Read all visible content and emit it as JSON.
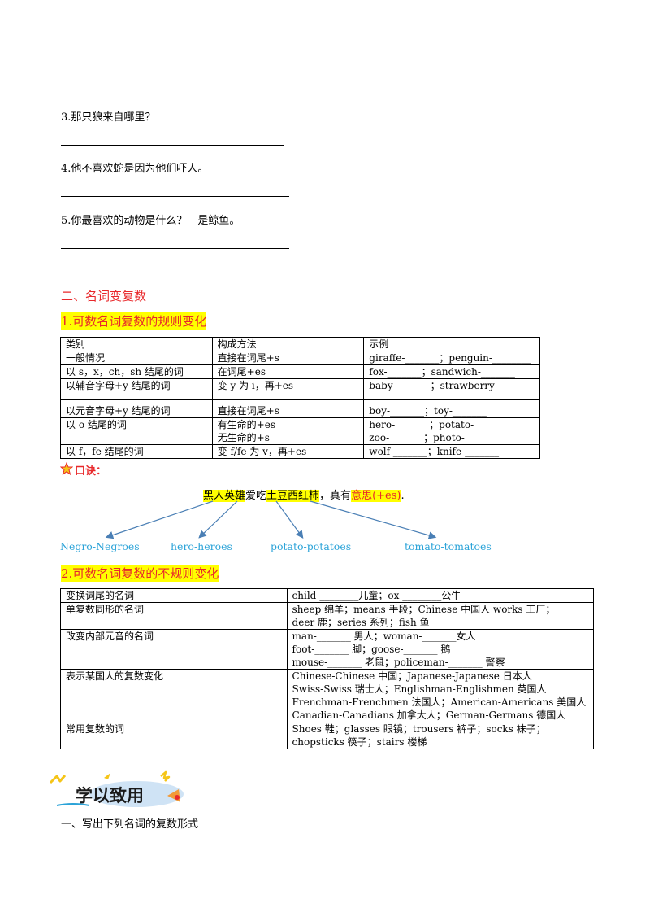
{
  "questions": [
    {
      "text": "3.那只狼来自哪里？"
    },
    {
      "text": "4.他不喜欢蛇是因为他们吓人。"
    },
    {
      "text": "5.你最喜欢的动物是什么？　是鲸鱼。"
    }
  ],
  "section2": {
    "title": "二、名词变复数",
    "sub1": "1.可数名词复数的规则变化",
    "sub2": "2.可数名词复数的不规则变化"
  },
  "table1": {
    "headers": [
      "类别",
      "构成方法",
      "示例"
    ],
    "rows": [
      [
        "一般情况",
        "直接在词尾+s",
        "giraffe-_______；penguin-________"
      ],
      [
        "以 s，x，ch，sh 结尾的词",
        "在词尾+es",
        "fox-_______；sandwich-_______"
      ],
      [
        "以辅音字母+y 结尾的词",
        "变 y 为 i，再+es",
        "baby-_______；strawberry-_______"
      ],
      [
        "以元音字母+y 结尾的词",
        "直接在词尾+s",
        "boy-_______；toy-_______"
      ],
      [
        "以 o 结尾的词",
        "有生命的+es",
        "hero-_______；potato-_______"
      ],
      [
        "",
        "无生命的+s",
        "zoo-_______；photo-_______"
      ],
      [
        "以 f，fe 结尾的词",
        "变 f/fe 为 v，再+es",
        "wolf-_______；knife-_______"
      ]
    ]
  },
  "mnemonic": {
    "label": "口诀：",
    "part1": "黑人英雄",
    "part2": "爱吃",
    "part3": "土豆西红柿",
    "part4": "，真有",
    "part5": "意思(+es)",
    "part6": ".",
    "words": [
      "Negro-Negroes",
      "hero-heroes",
      "potato-potatoes",
      "tomato-tomatoes"
    ]
  },
  "table2": {
    "rows": [
      {
        "cat": "变换词尾的名词",
        "lines": [
          "child-________儿童；ox-________公牛"
        ]
      },
      {
        "cat": "单复数同形的名词",
        "lines": [
          "sheep 绵羊；means 手段；Chinese 中国人 works 工厂；",
          "deer 鹿；series 系列；fish 鱼"
        ]
      },
      {
        "cat": "改变内部元音的名词",
        "lines": [
          "man-_______ 男人；woman-_______女人",
          "foot-_______ 脚；goose-_______ 鹅",
          "mouse-_______ 老鼠；policeman-_______ 警察"
        ]
      },
      {
        "cat": "表示某国人的复数变化",
        "lines": [
          "Chinese-Chinese 中国；Japanese-Japanese 日本人",
          "Swiss-Swiss 瑞士人；Englishman-Englishmen 英国人",
          "Frenchman-Frenchmen 法国人；American-Americans 美国人",
          "Canadian-Canadians 加拿大人；German-Germans 德国人"
        ]
      },
      {
        "cat": "常用复数的词",
        "lines": [
          "Shoes 鞋；glasses 眼镜；trousers 裤子；socks 袜子；",
          "chopsticks 筷子；stairs 楼梯"
        ]
      }
    ]
  },
  "practice": {
    "badge": "学以致用",
    "instruction": "一、写出下列名词的复数形式"
  },
  "colors": {
    "red": "#e8282b",
    "blue": "#2ba3d8",
    "highlight": "#ffff00"
  }
}
